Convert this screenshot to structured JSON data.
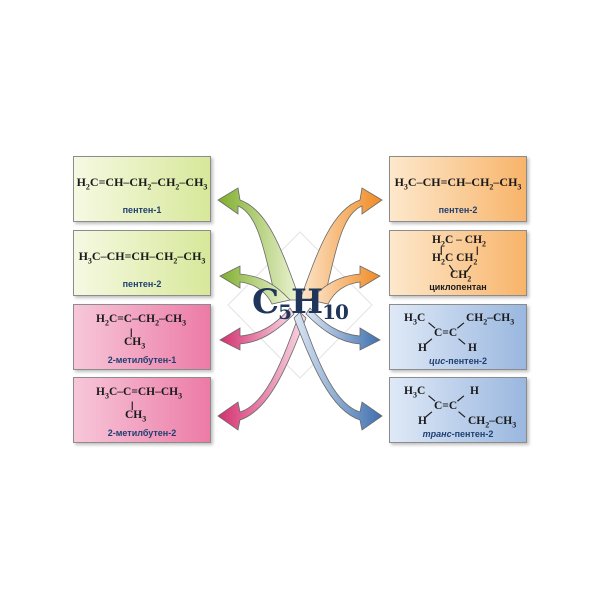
{
  "center": {
    "c": "C",
    "c_sub": "5",
    "h": "H",
    "h_sub": "10"
  },
  "left": [
    {
      "formula": "H2C=CH–CH2–CH2–CH3",
      "name": "пентен-1"
    },
    {
      "formula": "H3C–CH=CH–CH2–CH3",
      "name": "пентен-2"
    },
    {
      "formula_top": "H2C=C–CH2–CH3",
      "formula_sub": "CH3",
      "name": "2-метилбутен-1"
    },
    {
      "formula_top": "H3C–C=CH–CH3",
      "formula_sub": "CH3",
      "name": "2-метилбутен-2"
    }
  ],
  "right": [
    {
      "formula": "H3C–CH=CH–CH2–CH3",
      "name": "пентен-2"
    },
    {
      "ring_top": "H2C – CH2",
      "ring_mid": "H2C   CH2",
      "ring_bot": "CH2",
      "name": "циклопентан"
    },
    {
      "tl": "H3C",
      "tr": "CH2–CH3",
      "mid": "C=C",
      "bl": "H",
      "br": "H",
      "name_prefix": "цис",
      "name_rest": "-пентен-2"
    },
    {
      "tl": "H3C",
      "tr": "H",
      "mid": "C=C",
      "bl": "H",
      "br": "CH2–CH3",
      "name_prefix": "транс",
      "name_rest": "-пентен-2"
    }
  ],
  "colors": {
    "green": "#9dc24a",
    "pink": "#e0457f",
    "orange": "#f29a3a",
    "blue": "#4f7fb8",
    "title": "#1f3559"
  }
}
